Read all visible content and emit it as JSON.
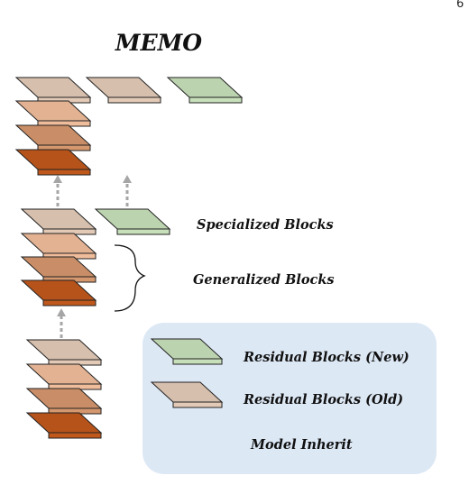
{
  "corner_mark": "6",
  "title": "MEMO",
  "labels": {
    "specialized": "Specialized Blocks",
    "generalized": "Generalized Blocks"
  },
  "legend": {
    "new_blocks": "Residual Blocks (New)",
    "old_blocks": "Residual Blocks (Old)",
    "inherit": "Model Inherit"
  },
  "colors": {
    "new_block": "#bcd3b0",
    "old_block_light": "#d6bfad",
    "old_block_mid": "#e2b293",
    "old_block_dark": "#c98e67",
    "old_block_deep": "#b5531a",
    "legend_bg": "#dde8f5",
    "arrow": "#a6a6a6"
  }
}
